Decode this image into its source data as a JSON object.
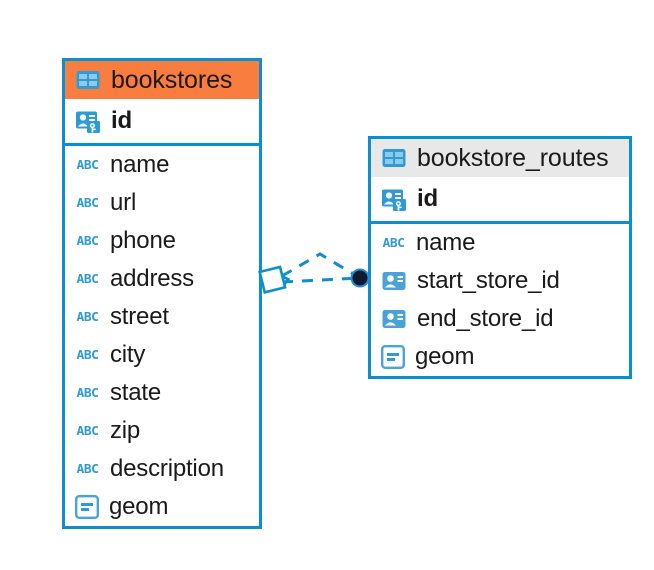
{
  "diagram": {
    "type": "entity-relationship-diagram",
    "background": "#ffffff",
    "accent_blue": "#0d8ecf",
    "accent_orange": "#f97d3e",
    "header_grey": "#e8e8e8"
  },
  "entities": [
    {
      "id": "bookstores",
      "name": "bookstores",
      "header_color": "#f97d3e",
      "icon": "table-icon",
      "primary_key": {
        "name": "id",
        "icon": "primary-key-icon"
      },
      "fields": [
        {
          "name": "name",
          "icon": "text-abc-icon"
        },
        {
          "name": "url",
          "icon": "text-abc-icon"
        },
        {
          "name": "phone",
          "icon": "text-abc-icon"
        },
        {
          "name": "address",
          "icon": "text-abc-icon"
        },
        {
          "name": "street",
          "icon": "text-abc-icon"
        },
        {
          "name": "city",
          "icon": "text-abc-icon"
        },
        {
          "name": "state",
          "icon": "text-abc-icon"
        },
        {
          "name": "zip",
          "icon": "text-abc-icon"
        },
        {
          "name": "description",
          "icon": "text-abc-icon"
        },
        {
          "name": "geom",
          "icon": "geometry-icon"
        }
      ]
    },
    {
      "id": "bookstore_routes",
      "name": "bookstore_routes",
      "header_color": "#e8e8e8",
      "icon": "table-icon",
      "primary_key": {
        "name": "id",
        "icon": "primary-key-icon"
      },
      "fields": [
        {
          "name": "name",
          "icon": "text-abc-icon"
        },
        {
          "name": "start_store_id",
          "icon": "foreign-key-icon"
        },
        {
          "name": "end_store_id",
          "icon": "foreign-key-icon"
        },
        {
          "name": "geom",
          "icon": "geometry-icon"
        }
      ]
    }
  ],
  "relationship": {
    "source": "bookstores",
    "target": "bookstore_routes",
    "line_style": "dashed",
    "line_color": "#0d8ecf",
    "source_marker": "diamond-outline",
    "target_marker": "filled-circle",
    "target_marker_color": "#101a33"
  },
  "icon_labels": {
    "abc": "ABC"
  }
}
